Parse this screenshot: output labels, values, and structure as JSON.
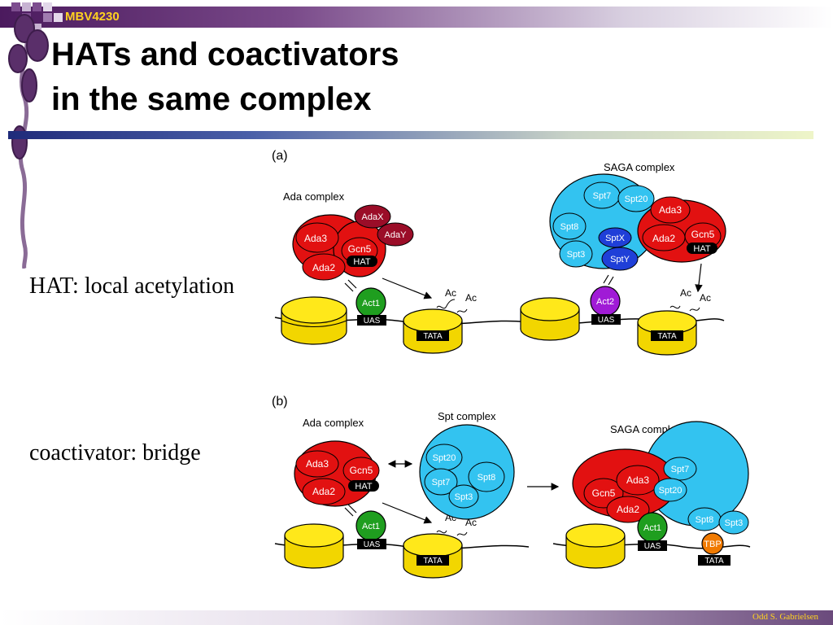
{
  "header": {
    "course": "MBV4230"
  },
  "title": {
    "line1": "HATs and coactivators",
    "line2": "in the same complex"
  },
  "labels": {
    "hat": "HAT: local acetylation",
    "coactivator": "coactivator: bridge"
  },
  "footer": {
    "author": "Odd S. Gabrielsen"
  },
  "figure": {
    "panel_a": {
      "label": "(a)",
      "ada_title": "Ada complex",
      "saga_title": "SAGA complex",
      "ada": {
        "ada3": "Ada3",
        "ada2": "Ada2",
        "gcn5": "Gcn5",
        "hat": "HAT",
        "adax": "AdaX",
        "aday": "AdaY"
      },
      "act1": "Act1",
      "uas": "UAS",
      "tata": "TATA",
      "ac": "Ac",
      "saga": {
        "spt7": "Spt7",
        "spt20": "Spt20",
        "spt8": "Spt8",
        "spt3": "Spt3",
        "sptx": "SptX",
        "spty": "SptY",
        "ada3": "Ada3",
        "ada2": "Ada2",
        "gcn5": "Gcn5",
        "hat": "HAT"
      },
      "act2": "Act2",
      "uas2": "UAS",
      "tata2": "TATA"
    },
    "panel_b": {
      "label": "(b)",
      "ada_title": "Ada complex",
      "spt_title": "Spt complex",
      "saga_title": "SAGA complex",
      "ada": {
        "ada3": "Ada3",
        "ada2": "Ada2",
        "gcn5": "Gcn5",
        "hat": "HAT"
      },
      "spt": {
        "spt20": "Spt20",
        "spt7": "Spt7",
        "spt8": "Spt8",
        "spt3": "Spt3"
      },
      "act1": "Act1",
      "uas": "UAS",
      "tata": "TATA",
      "ac": "Ac",
      "saga": {
        "gcn5": "Gcn5",
        "ada3": "Ada3",
        "ada2": "Ada2",
        "spt7": "Spt7",
        "spt20": "Spt20",
        "spt8": "Spt8",
        "spt3": "Spt3",
        "tbp": "TBP"
      },
      "act1b": "Act1",
      "uas2": "UAS",
      "tata2": "TATA"
    }
  }
}
